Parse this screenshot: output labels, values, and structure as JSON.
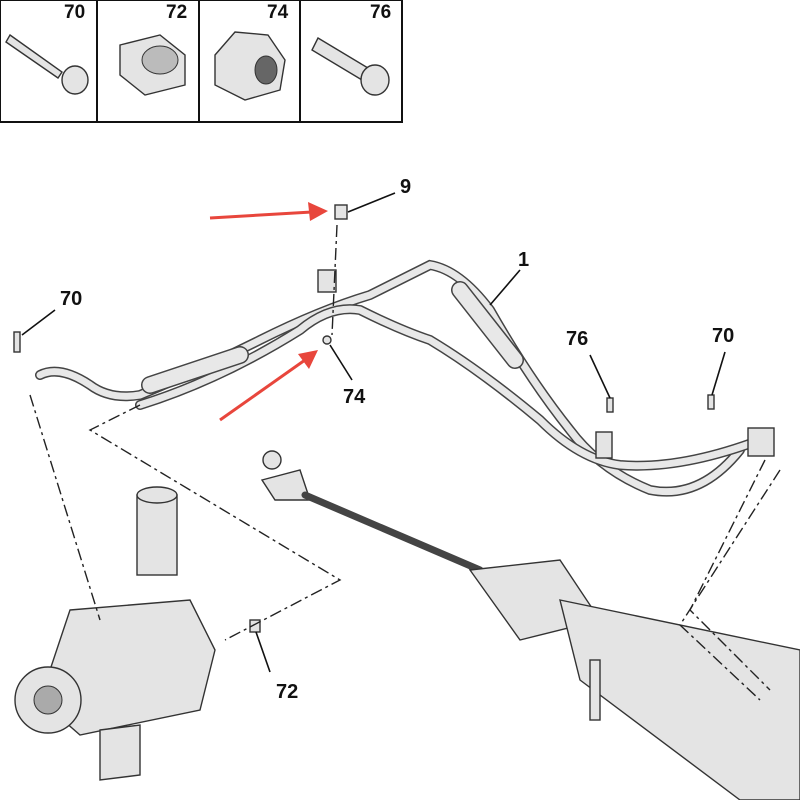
{
  "legend_boxes": [
    {
      "ref": "70",
      "icon": "screw-icon"
    },
    {
      "ref": "72",
      "icon": "clamp-icon"
    },
    {
      "ref": "74",
      "icon": "nut-icon"
    },
    {
      "ref": "76",
      "icon": "self-tapping-screw-icon"
    }
  ],
  "callouts": {
    "part_9": "9",
    "part_1": "1",
    "part_70_left": "70",
    "part_74": "74",
    "part_76": "76",
    "part_70_right": "70",
    "part_72": "72"
  },
  "colors": {
    "arrow": "#e8463c",
    "line": "#111111",
    "part_fill": "#e4e4e4"
  }
}
